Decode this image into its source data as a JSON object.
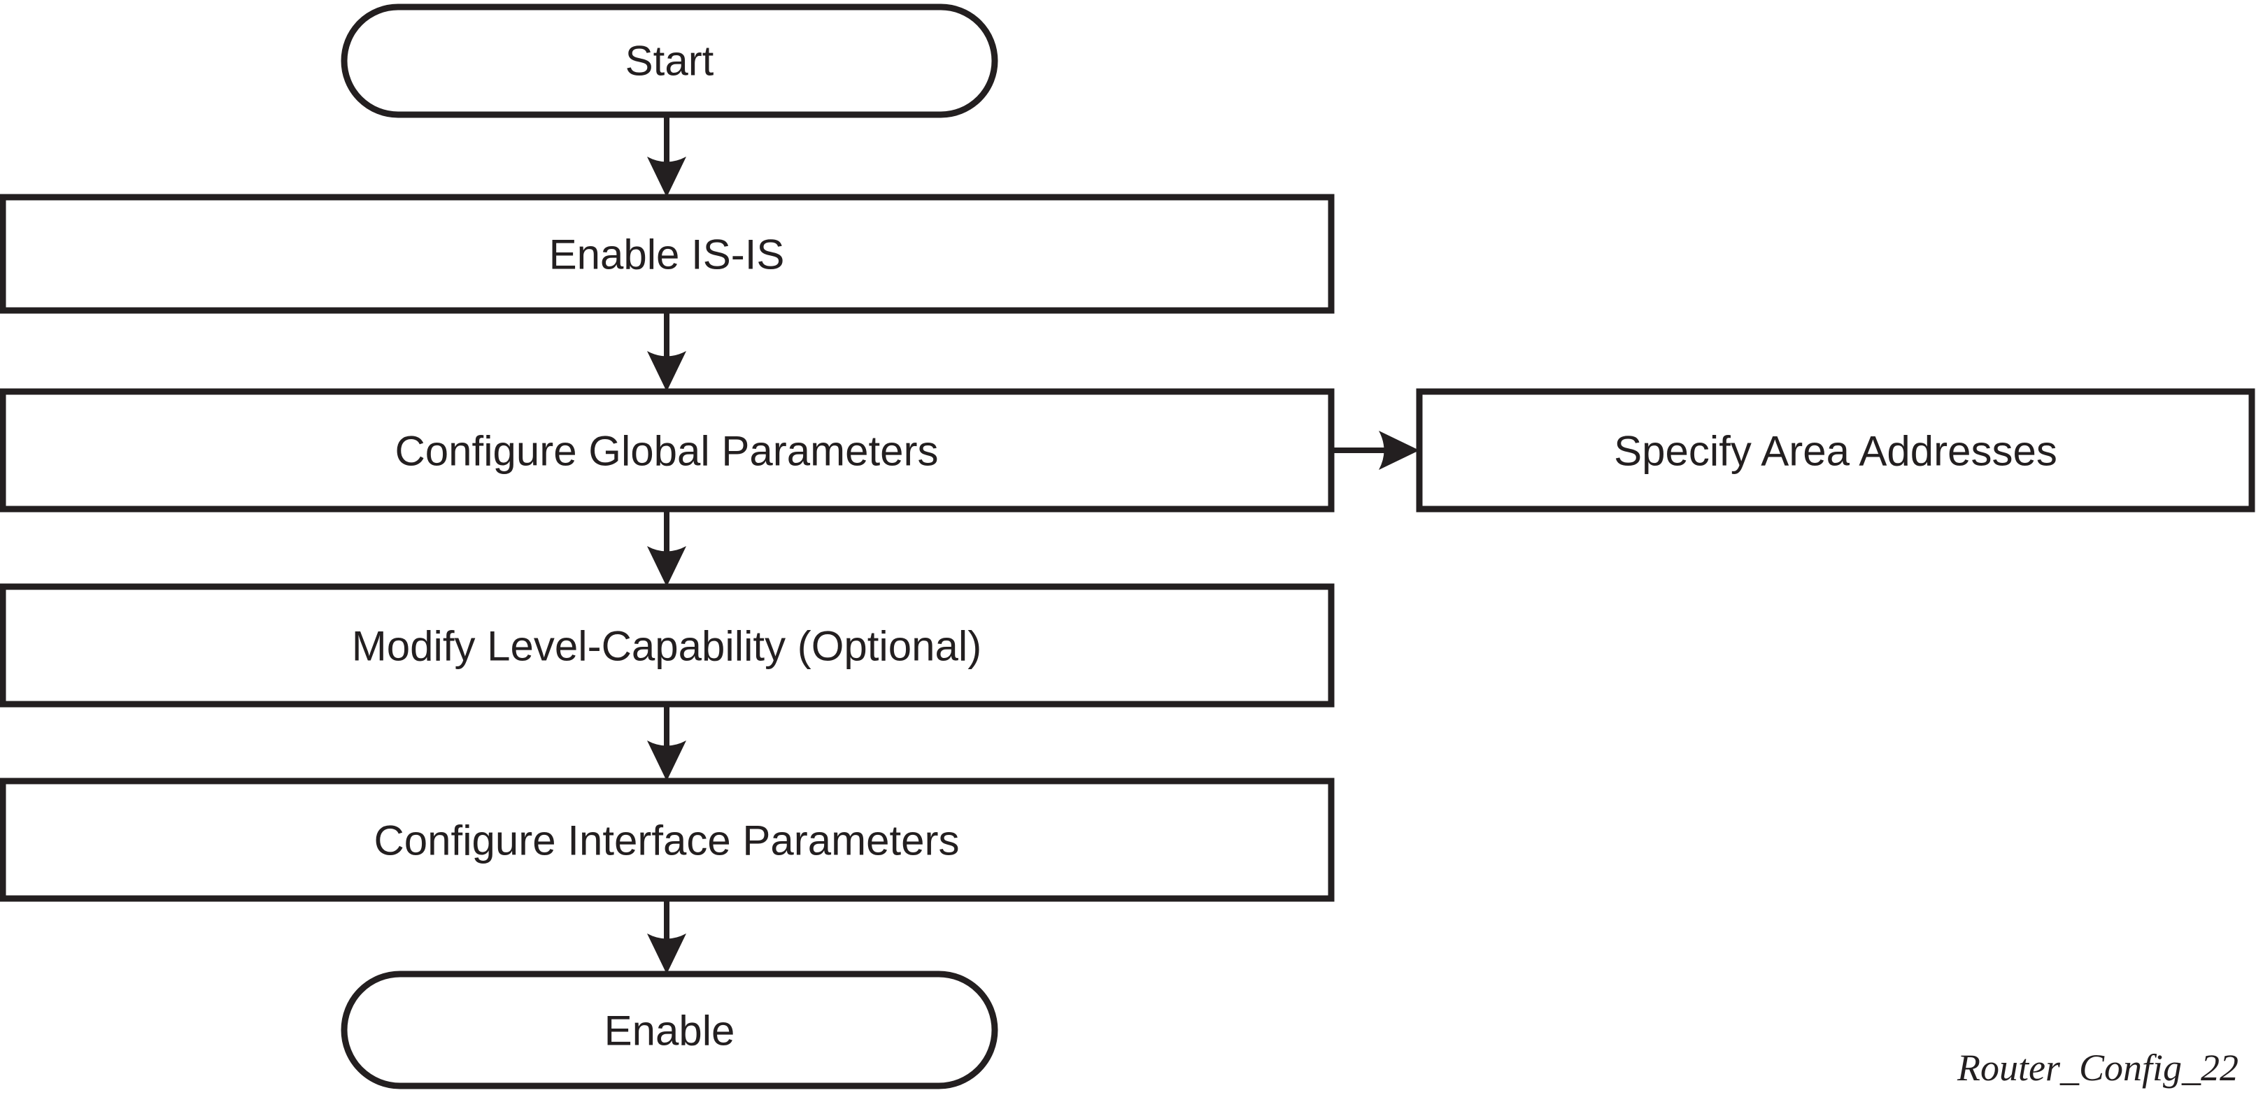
{
  "figure": {
    "type": "flowchart",
    "caption": "Router_Config_22",
    "background_color": "#ffffff"
  },
  "colors": {
    "shape_stroke": "#231f20",
    "shape_fill": "#ffffff",
    "label_text": "#231f20"
  },
  "nodes": {
    "start": {
      "label": "Start",
      "shape": "stadium"
    },
    "enable_isis": {
      "label": "Enable IS-IS",
      "shape": "process"
    },
    "configure_global": {
      "label": "Configure Global Parameters",
      "shape": "process"
    },
    "specify_area": {
      "label": "Specify Area Addresses",
      "shape": "process"
    },
    "modify_level": {
      "label": "Modify Level-Capability (Optional)",
      "shape": "process"
    },
    "configure_interface": {
      "label": "Configure Interface Parameters",
      "shape": "process"
    },
    "enable": {
      "label": "Enable",
      "shape": "stadium"
    }
  },
  "edges": [
    {
      "from": "start",
      "to": "enable_isis",
      "direction": "down"
    },
    {
      "from": "enable_isis",
      "to": "configure_global",
      "direction": "down"
    },
    {
      "from": "configure_global",
      "to": "specify_area",
      "direction": "right"
    },
    {
      "from": "configure_global",
      "to": "modify_level",
      "direction": "down"
    },
    {
      "from": "modify_level",
      "to": "configure_interface",
      "direction": "down"
    },
    {
      "from": "configure_interface",
      "to": "enable",
      "direction": "down"
    }
  ]
}
